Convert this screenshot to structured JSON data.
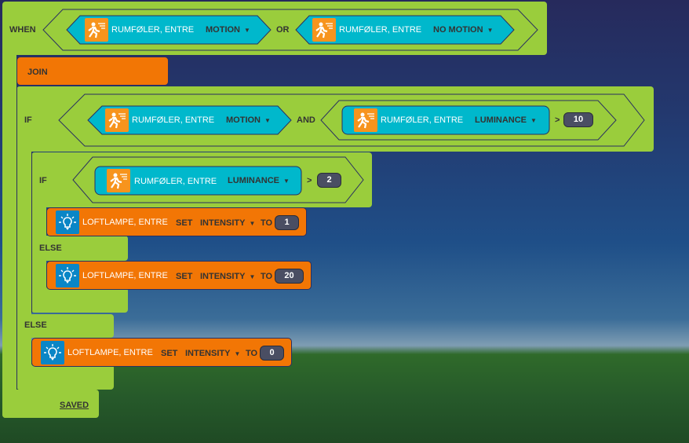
{
  "when_block": {
    "label": "WHEN",
    "joiner": "OR",
    "conditions": [
      {
        "device": "RUMFØLER, ENTRE",
        "property": "MOTION"
      },
      {
        "device": "RUMFØLER, ENTRE",
        "property": "NO MOTION"
      }
    ]
  },
  "join_block": {
    "label": "JOIN"
  },
  "if_block": {
    "label": "IF",
    "joiner": "AND",
    "conditions": [
      {
        "device": "RUMFØLER, ENTRE",
        "property": "MOTION"
      },
      {
        "device": "RUMFØLER, ENTRE",
        "property": "LUMINANCE",
        "operator": ">",
        "value": "10"
      }
    ],
    "inner_if": {
      "label": "IF",
      "condition": {
        "device": "RUMFØLER, ENTRE",
        "property": "LUMINANCE",
        "operator": ">",
        "value": "2"
      },
      "then_action": {
        "device": "LOFTLAMPE, ENTRE",
        "verb": "SET",
        "property": "INTENSITY",
        "to": "TO",
        "value": "1"
      },
      "else_label": "ELSE",
      "else_action": {
        "device": "LOFTLAMPE, ENTRE",
        "verb": "SET",
        "property": "INTENSITY",
        "to": "TO",
        "value": "20"
      }
    },
    "else_label": "ELSE",
    "else_action": {
      "device": "LOFTLAMPE, ENTRE",
      "verb": "SET",
      "property": "INTENSITY",
      "to": "TO",
      "value": "0"
    }
  },
  "status": {
    "saved_label": "SAVED"
  },
  "colors": {
    "green": "#9acd3c",
    "orange": "#f27605",
    "cyan": "#00b8cc",
    "lamp_blue": "#0a86c6"
  }
}
